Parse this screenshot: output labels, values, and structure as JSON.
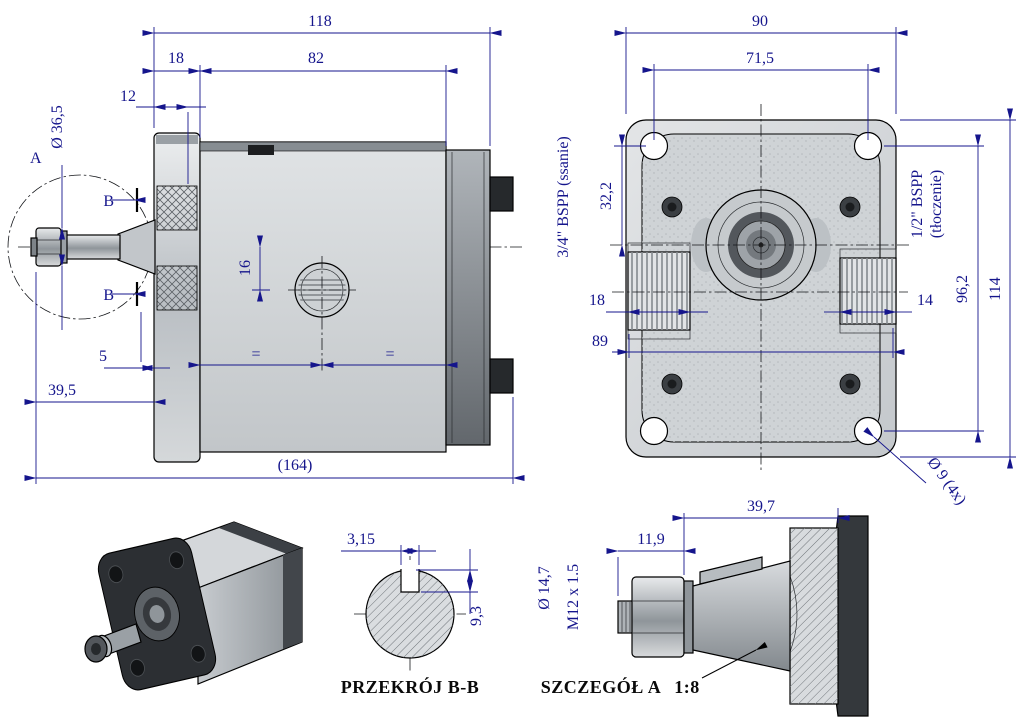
{
  "colors": {
    "dimension": "#15158c",
    "line": "#000000",
    "metal_light": "#d7dadd",
    "metal_dark": "#33373b"
  },
  "side_view": {
    "dim_118": "118",
    "dim_18": "18",
    "dim_82": "82",
    "dim_12": "12",
    "dim_dia_36_5": "Ø 36,5",
    "label_a": "A",
    "label_b_top": "B",
    "label_b_bottom": "B",
    "dim_16": "16",
    "eq_left": "=",
    "eq_right": "=",
    "dim_5": "5",
    "dim_39_5": "39,5",
    "dim_164": "(164)"
  },
  "front_view": {
    "dim_90": "90",
    "dim_71_5": "71,5",
    "port_suction": "3/4\" BSPP (ssanie)",
    "dim_32_2": "32,2",
    "dim_18": "18",
    "dim_89": "89",
    "port_pressure_line1": "1/2\" BSPP",
    "port_pressure_line2": "(tłoczenie)",
    "dim_14": "14",
    "dim_96_2": "96,2",
    "dim_114": "114",
    "dim_holes": "Ø 9 (4x)"
  },
  "section_view": {
    "caption": "PRZEKRÓJ B-B",
    "dim_3_15": "3,15",
    "dim_9_3": "9,3"
  },
  "detail_view": {
    "caption": "SZCZEGÓŁ A",
    "scale": "1:8",
    "dim_dia_14_7": "Ø 14,7",
    "dim_thread": "M12 x 1.5",
    "dim_11_9": "11,9",
    "dim_39_7": "39,7"
  }
}
